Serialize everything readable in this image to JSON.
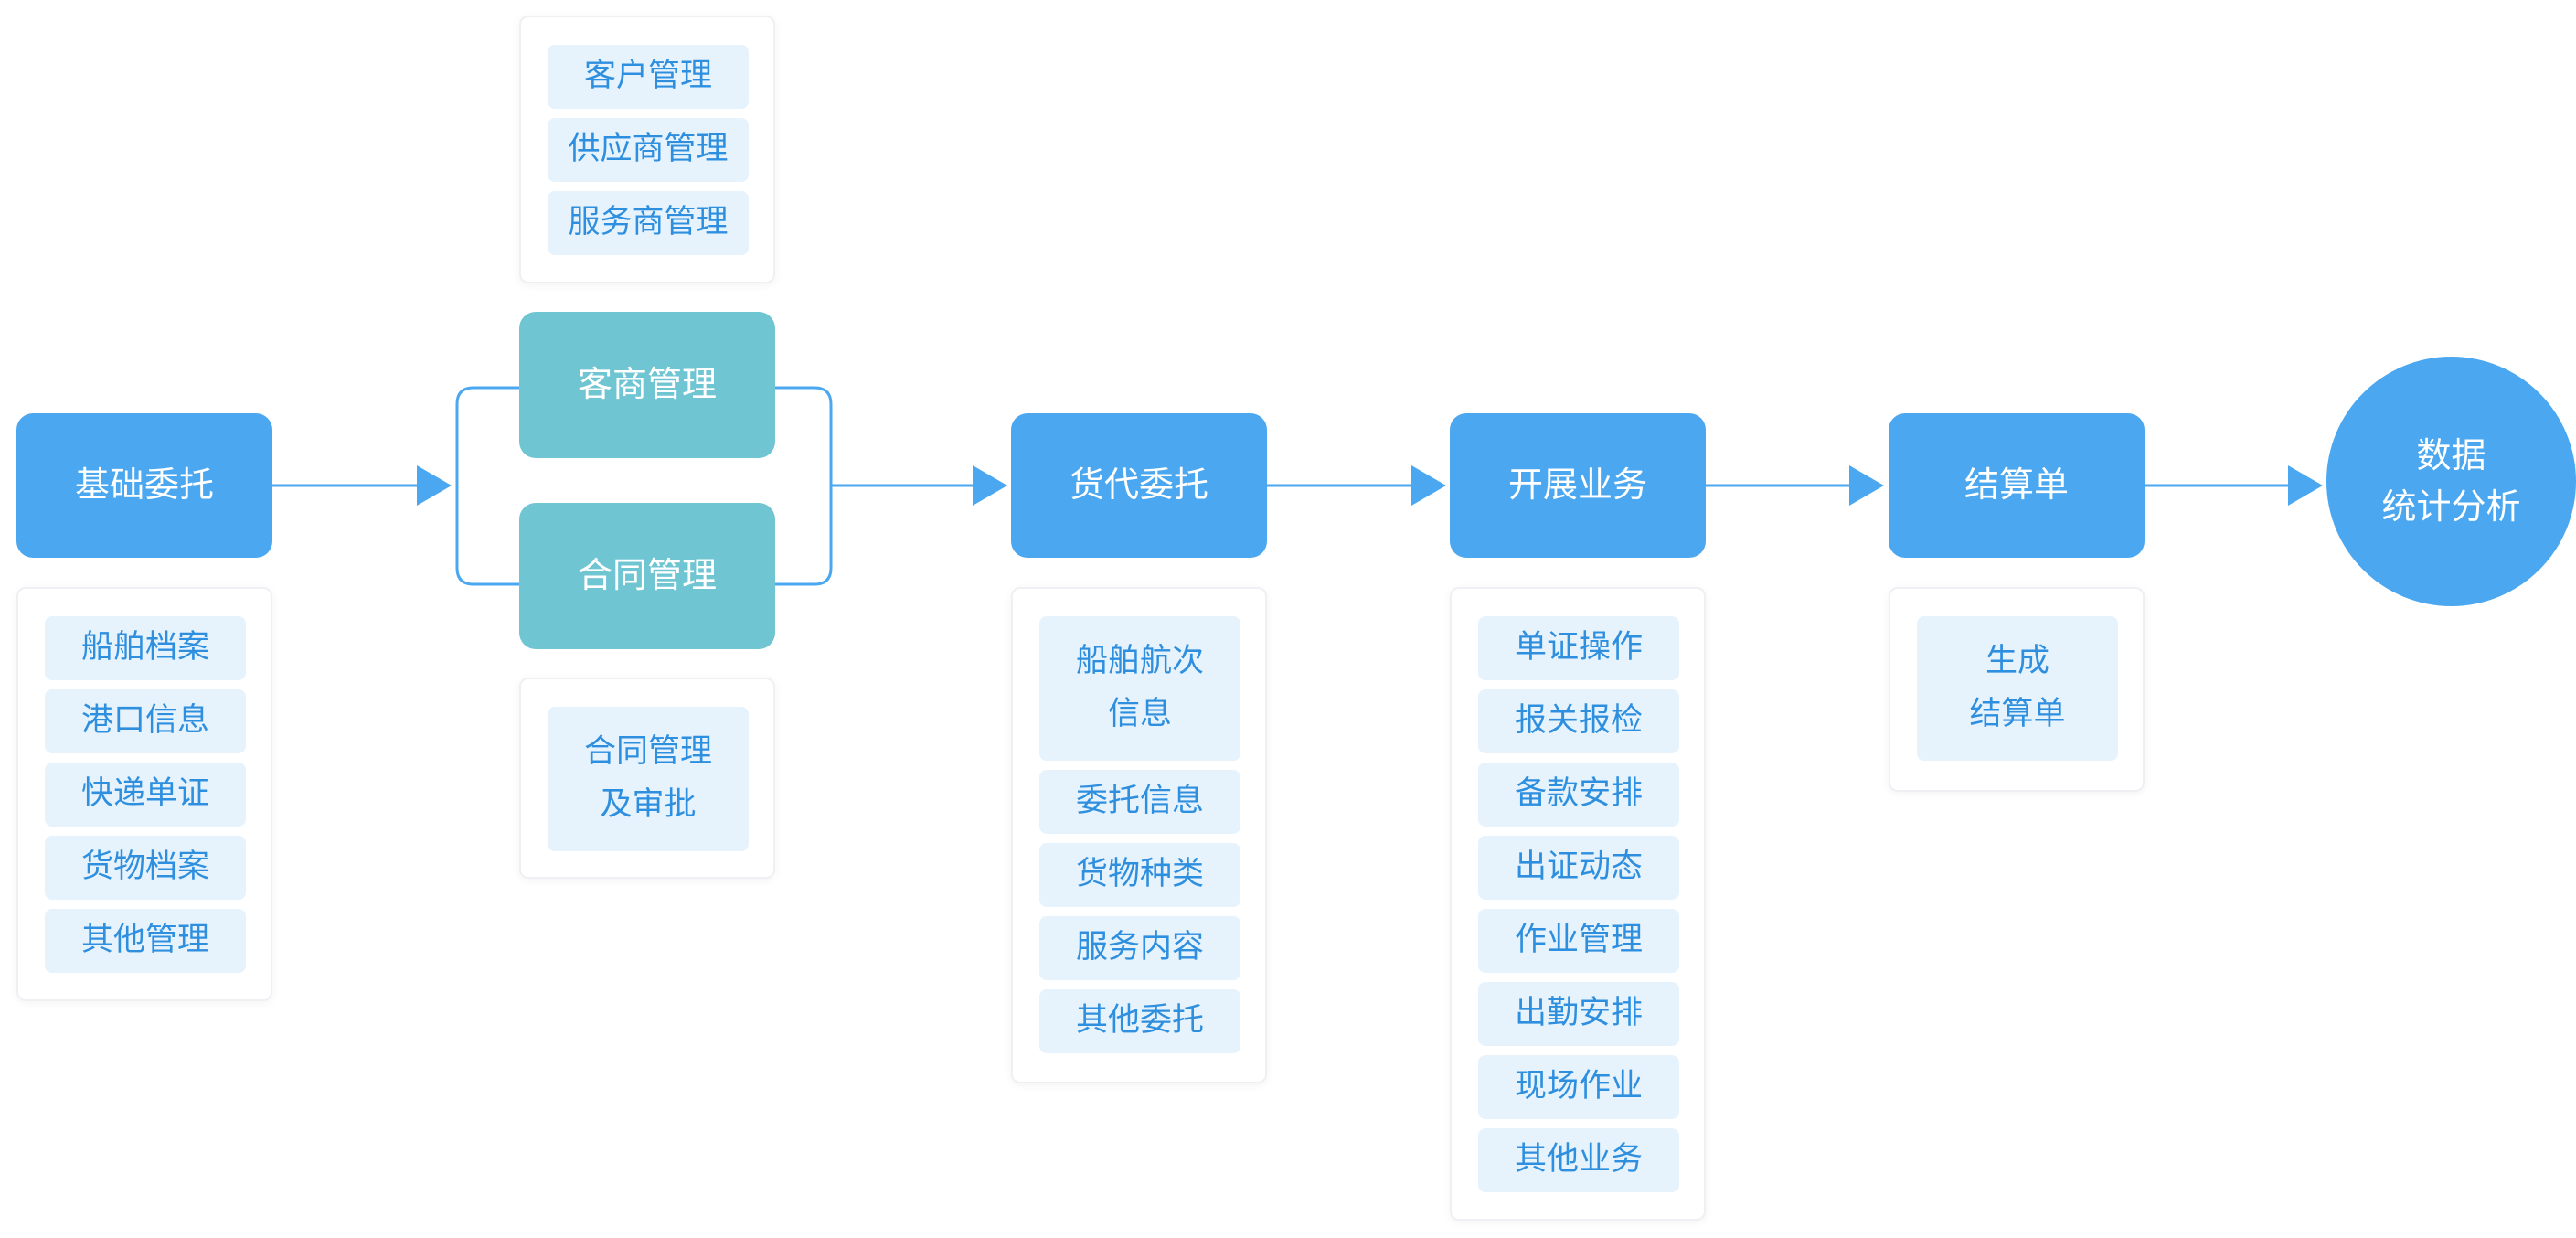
{
  "colors": {
    "primary": "#4ba7ef",
    "secondary": "#6fc5d2",
    "item_bg": "#e6f3fd",
    "item_text": "#2f8fdf"
  },
  "flow": {
    "basic": "基础委托",
    "client_mgmt": "客商管理",
    "contract_mgmt": "合同管理",
    "forwarding": "货代委托",
    "business": "开展业务",
    "settlement": "结算单",
    "analytics": "数据\n统计分析"
  },
  "panels": {
    "basic": [
      "船舶档案",
      "港口信息",
      "快递单证",
      "货物档案",
      "其他管理"
    ],
    "client": [
      "客户管理",
      "供应商管理",
      "服务商管理"
    ],
    "contract": [
      "合同管理\n及审批"
    ],
    "forwarding": [
      "船舶航次\n信息",
      "委托信息",
      "货物种类",
      "服务内容",
      "其他委托"
    ],
    "business": [
      "单证操作",
      "报关报检",
      "备款安排",
      "出证动态",
      "作业管理",
      "出勤安排",
      "现场作业",
      "其他业务"
    ],
    "settlement": [
      "生成\n结算单"
    ]
  }
}
